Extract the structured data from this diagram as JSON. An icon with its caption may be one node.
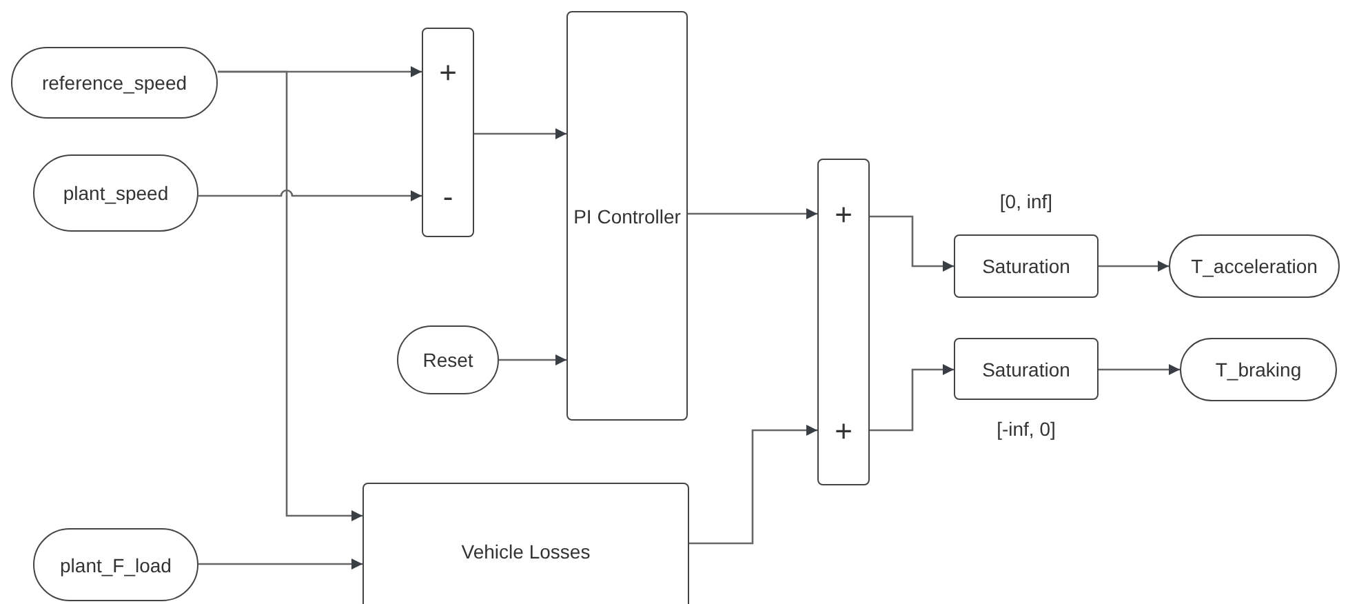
{
  "diagram": {
    "nodes": [
      {
        "text": [
          "reference_speed"
        ]
      },
      {
        "text": [
          "plant_speed"
        ]
      },
      {
        "text": [
          "+",
          "-"
        ]
      },
      {
        "text": [
          "PI Controller"
        ]
      },
      {
        "text": [
          "Reset"
        ]
      },
      {
        "text": [
          "+",
          "+"
        ]
      },
      {
        "text": [
          "Saturation"
        ],
        "beside": [
          "[0, inf]"
        ]
      },
      {
        "text": [
          "Saturation"
        ],
        "beside": [
          "[-inf, 0]"
        ]
      },
      {
        "text": [
          "T_acceleration"
        ]
      },
      {
        "text": [
          "T_braking"
        ]
      },
      {
        "text": [
          "plant_F_load"
        ]
      },
      {
        "text": [
          "Vehicle Losses"
        ]
      }
    ],
    "edges": [
      {
        "from": 0,
        "to": 2,
        "arrow": "to"
      },
      {
        "from": 1,
        "to": 2,
        "arrow": "to"
      },
      {
        "from": 0,
        "to": 11,
        "arrow": "to"
      },
      {
        "from": 2,
        "to": 3,
        "arrow": "to"
      },
      {
        "from": 4,
        "to": 3,
        "arrow": "to"
      },
      {
        "from": 3,
        "to": 5,
        "arrow": "to"
      },
      {
        "from": 11,
        "to": 5,
        "arrow": "to"
      },
      {
        "from": 5,
        "to": 6,
        "arrow": "to"
      },
      {
        "from": 5,
        "to": 7,
        "arrow": "to"
      },
      {
        "from": 6,
        "to": 8,
        "arrow": "to"
      },
      {
        "from": 7,
        "to": 9,
        "arrow": "to"
      },
      {
        "from": 10,
        "to": 11,
        "arrow": "to"
      }
    ]
  }
}
